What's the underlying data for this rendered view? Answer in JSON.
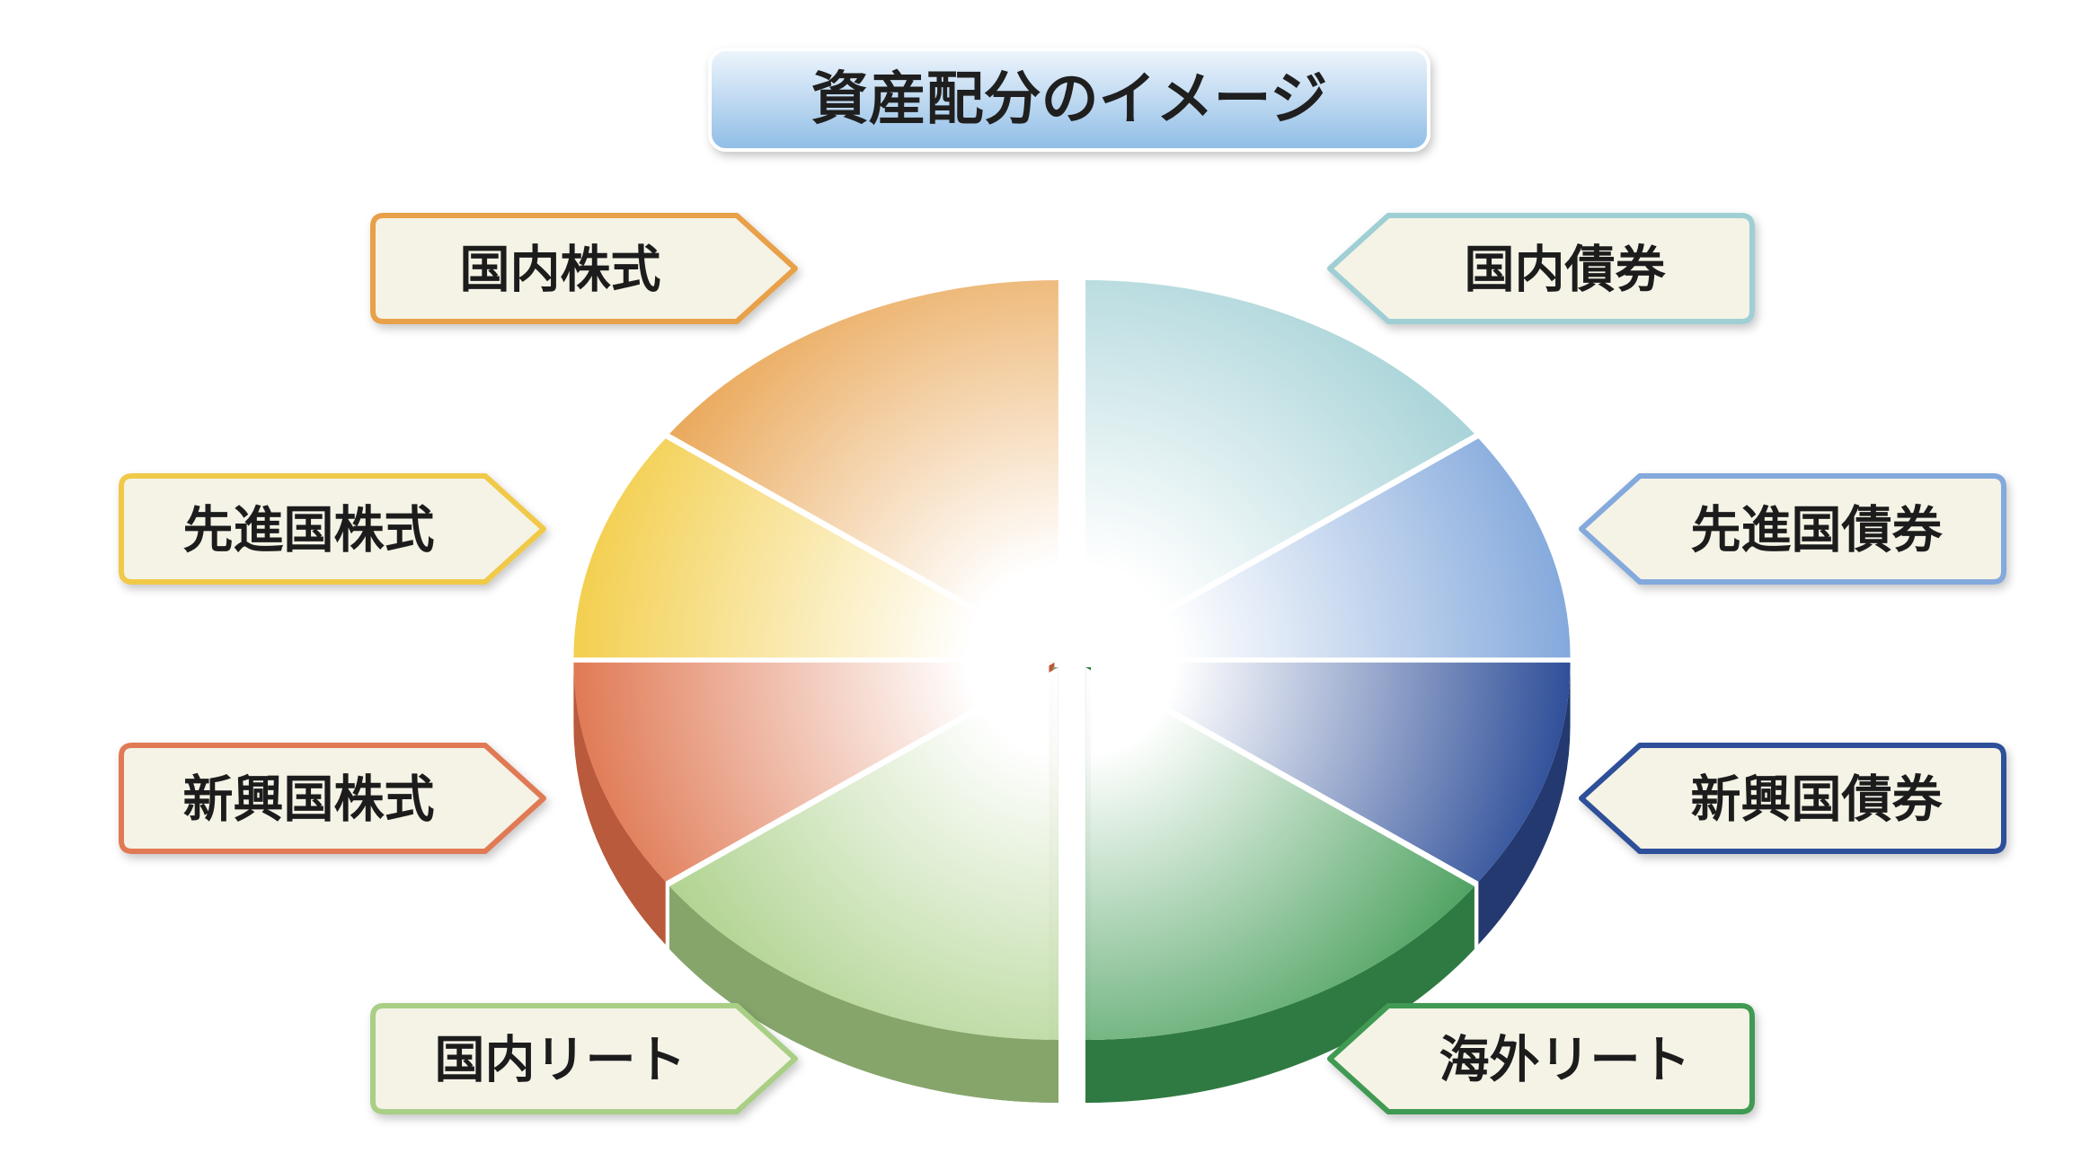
{
  "title": "資産配分のイメージ",
  "assets": [
    {
      "id": "domestic-stocks",
      "label": "国内株式",
      "color": "#e8a04a",
      "side": "#c98535",
      "border": "#e8a04a"
    },
    {
      "id": "developed-stocks",
      "label": "先進国株式",
      "color": "#f3cf4f",
      "side": "#d9b23a",
      "border": "#f0c94a"
    },
    {
      "id": "emerging-stocks",
      "label": "新興国株式",
      "color": "#e07a55",
      "side": "#b95a3c",
      "border": "#e07a55"
    },
    {
      "id": "domestic-reit",
      "label": "国内リート",
      "color": "#a9cf86",
      "side": "#86a56b",
      "border": "#a9cf86"
    },
    {
      "id": "domestic-bonds",
      "label": "国内債券",
      "color": "#9fcfd4",
      "side": "#7eb2b8",
      "border": "#9fcfd4"
    },
    {
      "id": "developed-bonds",
      "label": "先進国債券",
      "color": "#84a9dc",
      "side": "#6a8ec0",
      "border": "#84a9dc"
    },
    {
      "id": "emerging-bonds",
      "label": "新興国債券",
      "color": "#2f4f99",
      "side": "#23396f",
      "border": "#2f4f99"
    },
    {
      "id": "overseas-reit",
      "label": "海外リート",
      "color": "#3f9a53",
      "side": "#2f7a42",
      "border": "#3f9a53"
    }
  ]
}
